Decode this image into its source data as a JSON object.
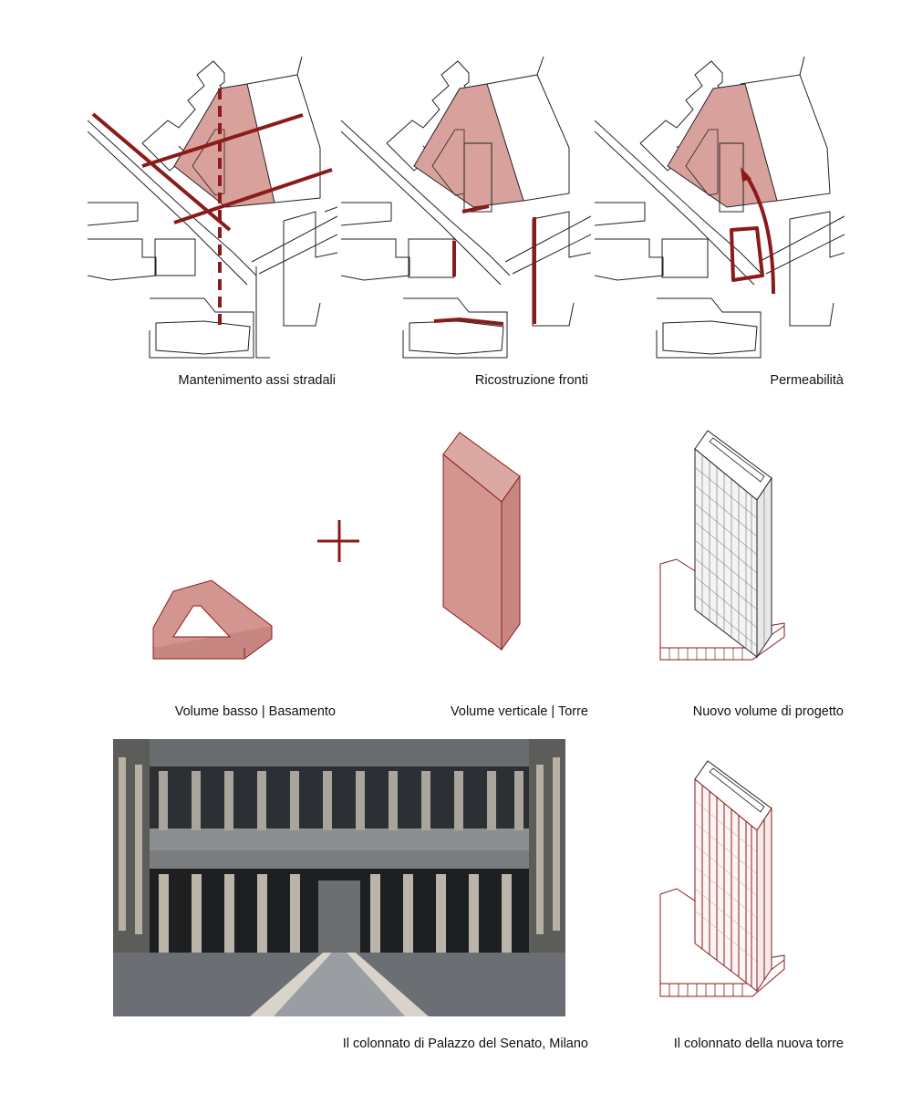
{
  "captions": {
    "map_axes": "Mantenimento assi stradali",
    "map_fronts": "Ricostruzione fronti",
    "map_permeability": "Permeabilità",
    "base_volume": "Volume basso | Basamento",
    "tower_volume": "Volume verticale | Torre",
    "new_volume": "Nuovo volume di progetto",
    "senate_colonnade": "Il colonnato di Palazzo del Senato, Milano",
    "tower_colonnade": "Il colonnato della nuova torre"
  },
  "colors": {
    "accent": "#8b1a1a",
    "site_fill": "#d9a19c",
    "volume_fill": "#d29590",
    "line": "#222222"
  },
  "icons": {
    "plus": "plus-icon",
    "arrow": "arrow-icon"
  }
}
